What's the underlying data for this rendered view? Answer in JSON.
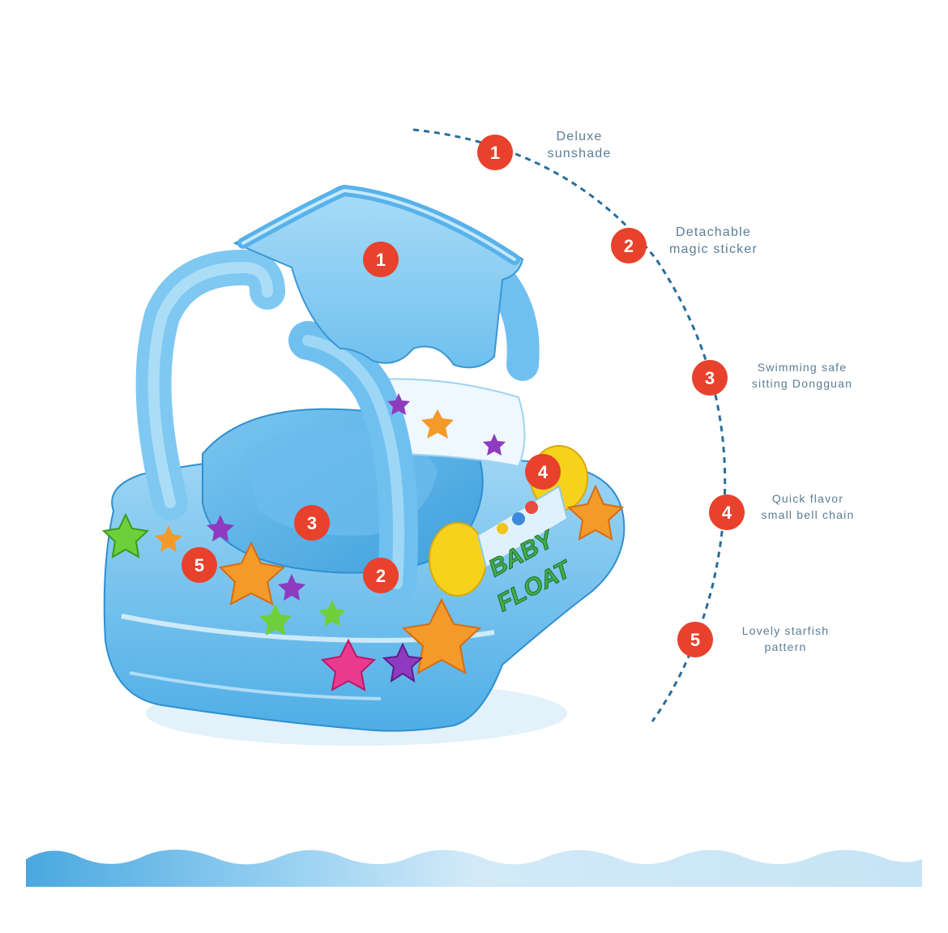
{
  "features": [
    {
      "number": "1",
      "line1": "Deluxe",
      "line2": "sunshade"
    },
    {
      "number": "2",
      "line1": "Detachable",
      "line2": "magic sticker"
    },
    {
      "number": "3",
      "line1": "Swimming safe",
      "line2": "sitting Dongguan"
    },
    {
      "number": "4",
      "line1": "Quick flavor",
      "line2": "small bell chain"
    },
    {
      "number": "5",
      "line1": "Lovely starfish",
      "line2": "pattern"
    }
  ],
  "product": {
    "brand_line1": "BABY",
    "brand_line2": "FLOAT"
  },
  "colors": {
    "badge": "#e8412c",
    "float_light": "#8fd0f2",
    "float_mid": "#5bb6e8",
    "float_dark": "#2f8fd0",
    "arc": "#2a6d9c",
    "wave_light": "#bfe0f5",
    "wave_dark": "#4aa9e0"
  }
}
